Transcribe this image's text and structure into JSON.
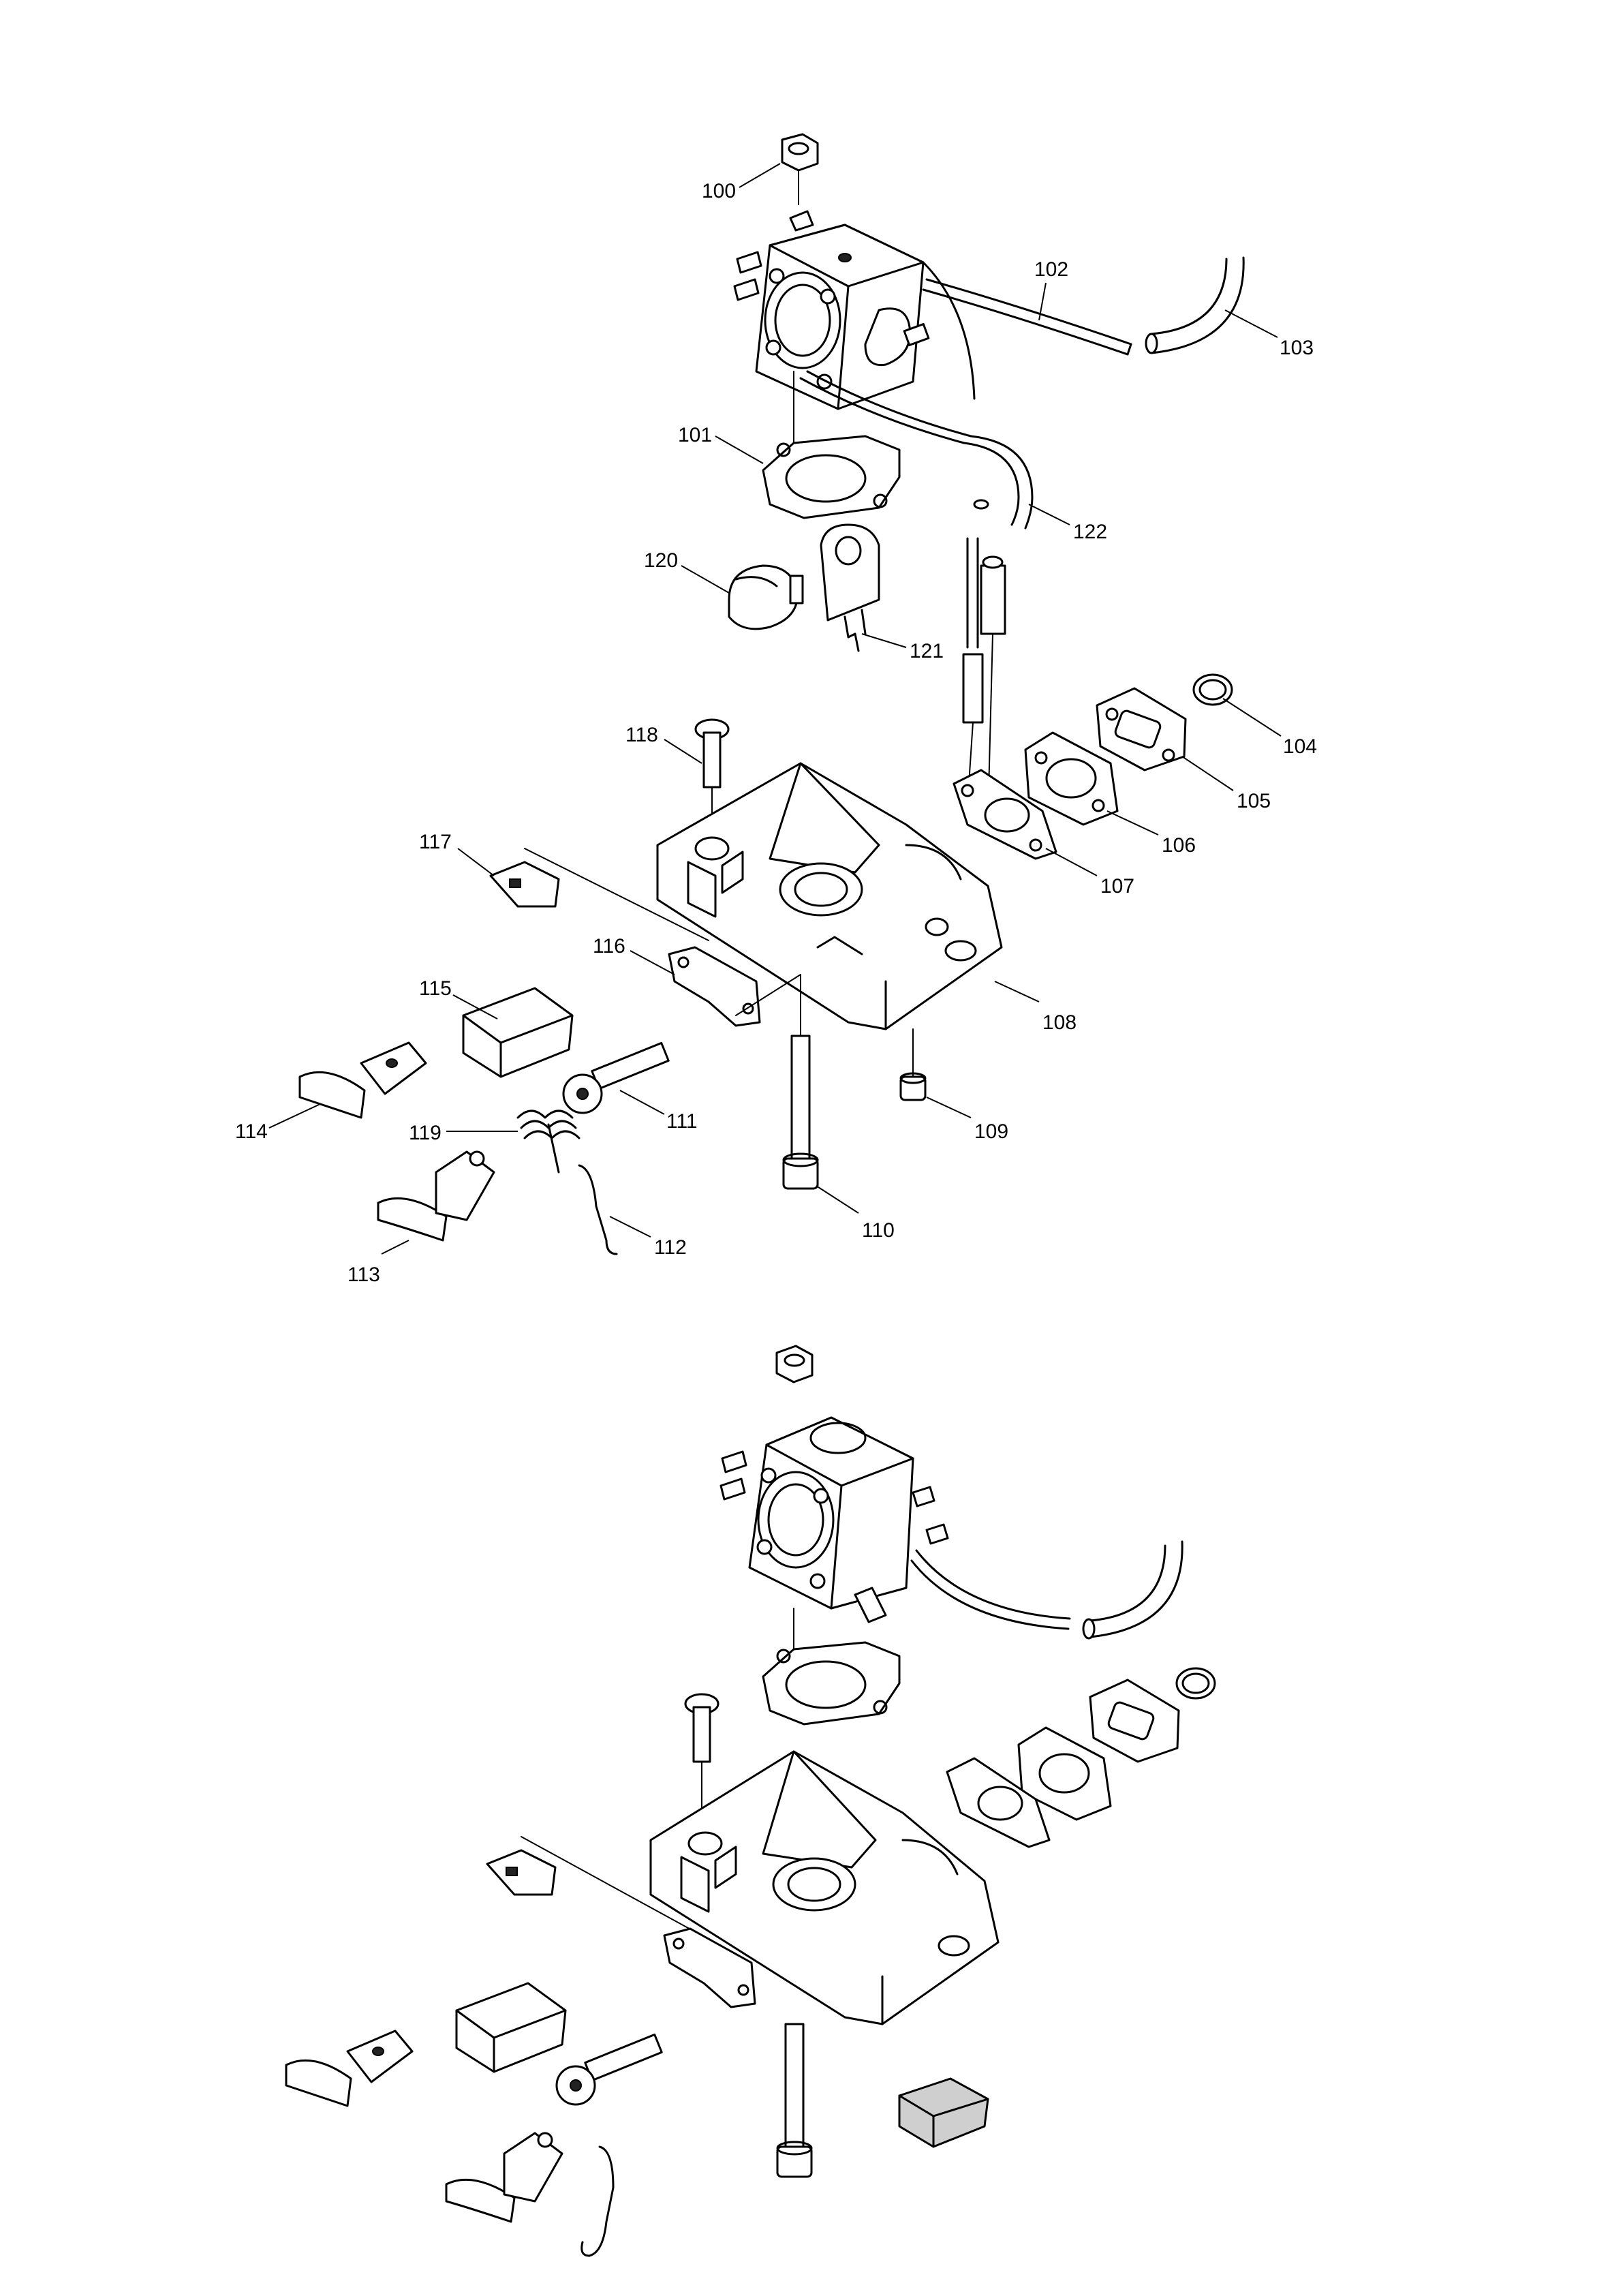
{
  "diagram": {
    "type": "exploded-parts-view",
    "upper_view": {
      "part_labels": [
        "100",
        "101",
        "102",
        "103",
        "104",
        "105",
        "106",
        "107",
        "108",
        "109",
        "110",
        "111",
        "112",
        "113",
        "114",
        "115",
        "116",
        "117",
        "118",
        "119",
        "120",
        "121",
        "122"
      ]
    },
    "lower_view": {
      "part_labels": []
    }
  }
}
